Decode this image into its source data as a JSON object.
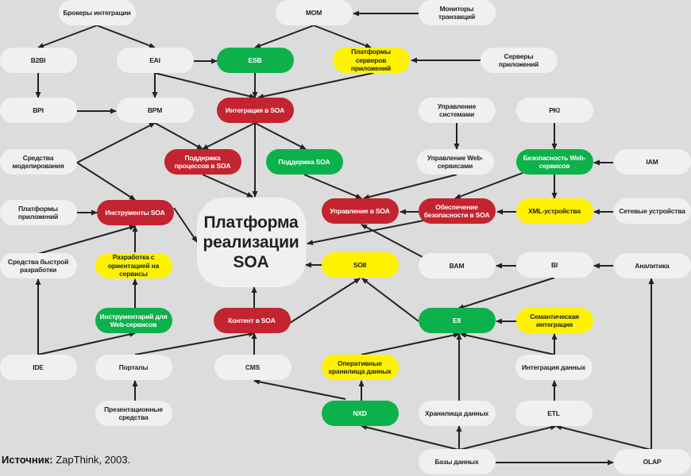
{
  "nodes": {
    "brokers": "Брокеры интеграции",
    "mom": "MOM",
    "monitors": "Мониторы транзакций",
    "b2bi": "B2BI",
    "eai": "EAI",
    "esb": "ESB",
    "app_server_platforms": "Платформы серверов приложений",
    "app_servers": "Серверы приложений",
    "bpi": "BPI",
    "bpm": "BPM",
    "integration_soa": "Интеграция в SOA",
    "mgmt_systems": "Управление системами",
    "pki": "PKI",
    "modeling": "Средства моделирования",
    "process_support": "Поддержка процессов в SOA",
    "soa_support": "Поддержка SOA",
    "ws_mgmt": "Управление Web-сервисами",
    "ws_security": "Безопасность Web-сервисов",
    "iam": "IAM",
    "app_platforms": "Платформы приложений",
    "soa_tools": "Инструменты SOA",
    "platform": "Платформа реализации SOA",
    "mgmt_soa": "Управление в SOA",
    "security_soa": "Обеспечение безопасности в SOA",
    "xml_devices": "XML-устройства",
    "network_devices": "Сетевые устройства",
    "rapid_dev": "Средства быстрой разработки",
    "soa_dev": "Разработка с ориентацией на сервисы",
    "soii": "SOII",
    "bam": "BAM",
    "bi": "BI",
    "analytics": "Аналитика",
    "ws_tools": "Инструментарий для Web-сервисов",
    "content_soa": "Контент в SOA",
    "eii": "EII",
    "semantic": "Семантическая интеграция",
    "ide": "IDE",
    "portals": "Порталы",
    "cms": "CMS",
    "ods": "Оперативные хранилища данных",
    "data_integration": "Интеграция данных",
    "presentation": "Презентационные средства",
    "nxd": "NXD",
    "dw": "Хранилища данных",
    "etl": "ETL",
    "databases": "Базы данных",
    "olap": "OLAP"
  },
  "source": {
    "label": "Источник:",
    "text": " ZapThink, 2003."
  },
  "colors": {
    "red": "#c3242f",
    "green": "#0db14b",
    "yellow": "#fff200",
    "neutral": "#f0f0f0",
    "background": "#dcdcdc"
  }
}
